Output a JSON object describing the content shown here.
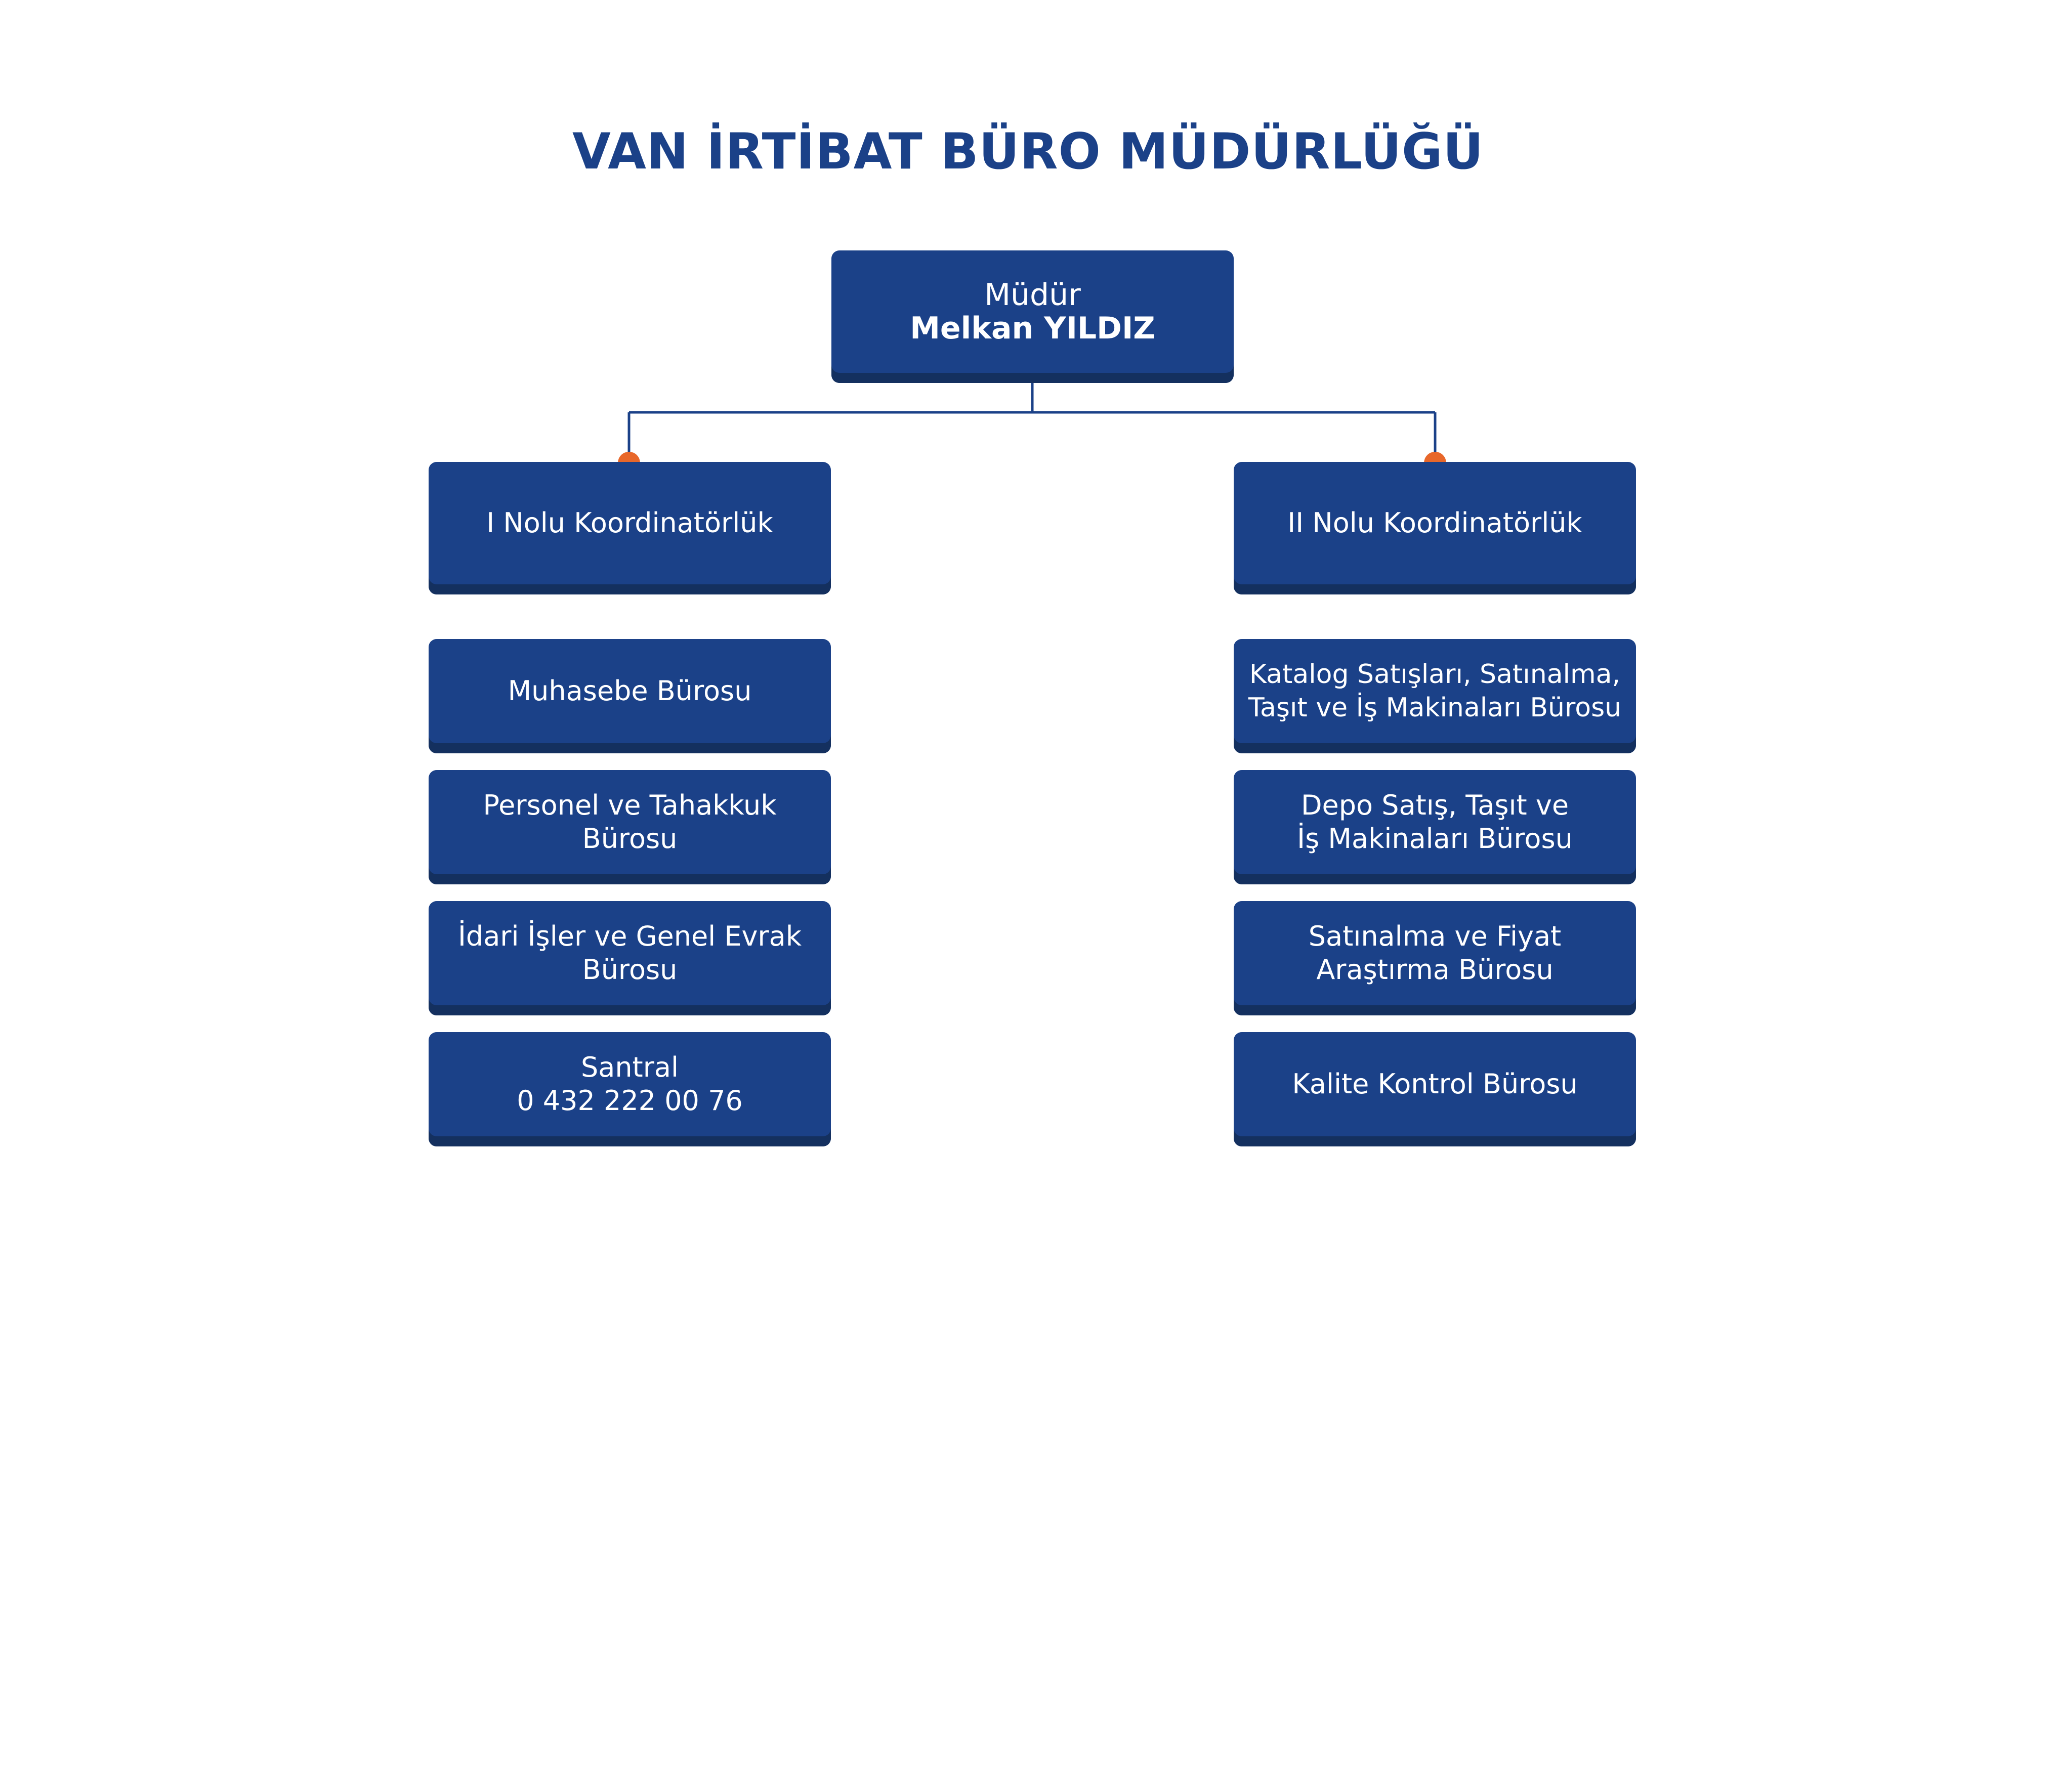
{
  "title": "VAN İRTİBAT BÜRO MÜDÜRLÜĞÜ",
  "director": {
    "role": "Müdür",
    "name": "Melkan YILDIZ"
  },
  "coordinators": [
    {
      "label": "I Nolu Koordinatörlük"
    },
    {
      "label": "II Nolu Koordinatörlük"
    }
  ],
  "left_offices": [
    {
      "lines": [
        "Muhasebe Bürosu"
      ]
    },
    {
      "lines": [
        "Personel ve Tahakkuk",
        "Bürosu"
      ]
    },
    {
      "lines": [
        "İdari İşler ve Genel Evrak",
        "Bürosu"
      ]
    },
    {
      "lines": [
        "Santral",
        "0 432 222 00 76"
      ]
    }
  ],
  "right_offices": [
    {
      "lines": [
        "Katalog Satışları, Satınalma,",
        "Taşıt ve İş Makinaları Bürosu"
      ]
    },
    {
      "lines": [
        "Depo Satış, Taşıt ve",
        "İş Makinaları Bürosu"
      ]
    },
    {
      "lines": [
        "Satınalma ve Fiyat",
        "Araştırma Bürosu"
      ]
    },
    {
      "lines": [
        "Kalite Kontrol Bürosu"
      ]
    }
  ],
  "colors": {
    "title": "#1b4188",
    "box_fill": "#1b4188",
    "box_shadow": "#14305f",
    "connector": "#1b4188",
    "connector_dot": "#e8672a",
    "box_text": "#ffffff"
  }
}
